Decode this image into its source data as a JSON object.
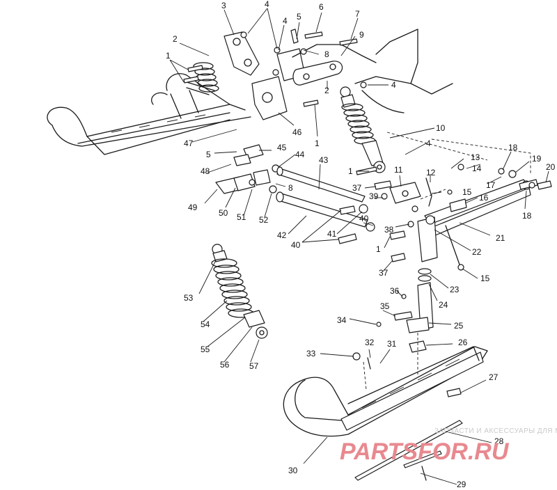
{
  "callouts": [
    {
      "n": "1"
    },
    {
      "n": "2"
    },
    {
      "n": "3"
    },
    {
      "n": "4"
    },
    {
      "n": "4"
    },
    {
      "n": "5"
    },
    {
      "n": "6"
    },
    {
      "n": "7"
    },
    {
      "n": "8"
    },
    {
      "n": "9"
    },
    {
      "n": "2"
    },
    {
      "n": "4"
    },
    {
      "n": "10"
    },
    {
      "n": "4"
    },
    {
      "n": "46"
    },
    {
      "n": "47"
    },
    {
      "n": "1"
    },
    {
      "n": "5"
    },
    {
      "n": "45"
    },
    {
      "n": "44"
    },
    {
      "n": "43"
    },
    {
      "n": "48"
    },
    {
      "n": "13"
    },
    {
      "n": "14"
    },
    {
      "n": "18"
    },
    {
      "n": "19"
    },
    {
      "n": "20"
    },
    {
      "n": "1"
    },
    {
      "n": "11"
    },
    {
      "n": "12"
    },
    {
      "n": "17"
    },
    {
      "n": "49"
    },
    {
      "n": "50"
    },
    {
      "n": "51"
    },
    {
      "n": "52"
    },
    {
      "n": "8"
    },
    {
      "n": "37"
    },
    {
      "n": "39"
    },
    {
      "n": "15"
    },
    {
      "n": "16"
    },
    {
      "n": "18"
    },
    {
      "n": "42"
    },
    {
      "n": "40"
    },
    {
      "n": "38"
    },
    {
      "n": "21"
    },
    {
      "n": "41"
    },
    {
      "n": "40"
    },
    {
      "n": "1"
    },
    {
      "n": "22"
    },
    {
      "n": "37"
    },
    {
      "n": "15"
    },
    {
      "n": "53"
    },
    {
      "n": "23"
    },
    {
      "n": "36"
    },
    {
      "n": "24"
    },
    {
      "n": "54"
    },
    {
      "n": "35"
    },
    {
      "n": "25"
    },
    {
      "n": "34"
    },
    {
      "n": "55"
    },
    {
      "n": "32"
    },
    {
      "n": "31"
    },
    {
      "n": "26"
    },
    {
      "n": "33"
    },
    {
      "n": "56"
    },
    {
      "n": "57"
    },
    {
      "n": "27"
    },
    {
      "n": "28"
    },
    {
      "n": "30"
    },
    {
      "n": "29"
    }
  ],
  "watermark": {
    "tagline": "ЗАПЧАСТИ И АКСЕССУАРЫ ДЛЯ МОТОТЕХНИКИ",
    "brand": "PARTSFOR.RU"
  },
  "colors": {
    "line": "#1a1a1a",
    "background": "#ffffff",
    "watermark_brand": "#e8898f",
    "watermark_tagline": "#c9c9c9"
  }
}
